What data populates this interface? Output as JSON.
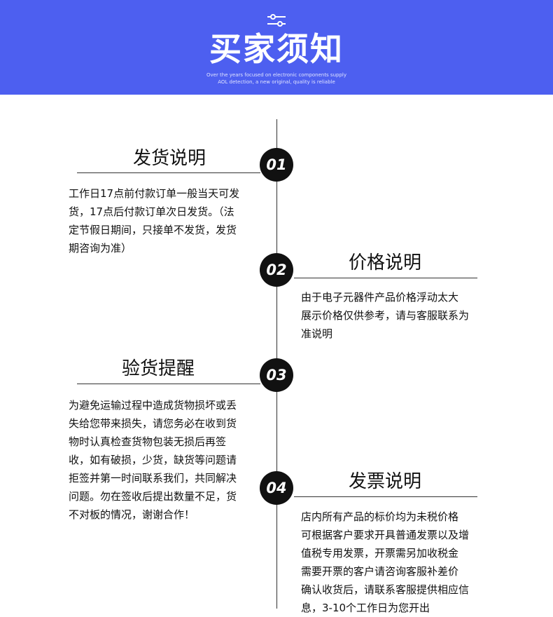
{
  "banner": {
    "title": "买家须知",
    "subtitle_line1": "Over the years focused on electronic components supply",
    "subtitle_line2": "AOL detection, a new original, quality is reliable"
  },
  "sections": [
    {
      "number": "01",
      "title": "发货说明",
      "lines": [
        "工作日17点前付款订单一般当天可发",
        "货，17点后付款订单次日发货。（法",
        "定节假日期间，只接单不发货，发货",
        "期咨询为准）"
      ]
    },
    {
      "number": "02",
      "title": "价格说明",
      "lines": [
        "由于电子元器件产品价格浮动太大",
        "展示价格仅供参考，请与客服联系为",
        "准说明"
      ]
    },
    {
      "number": "03",
      "title": "验货提醒",
      "lines": [
        "为避免运输过程中造成货物损坏或丢",
        "失给您带来损失，请您务必在收到货",
        "物时认真检查货物包装无损后再签",
        "收，如有破损，少货，缺货等问题请",
        "拒签并第一时间联系我们，共同解决",
        "问题。勿在签收后提出数量不足，货",
        "不对板的情况，谢谢合作！"
      ]
    },
    {
      "number": "04",
      "title": "发票说明",
      "lines": [
        "店内所有产品的标价均为未税价格",
        "可根据客户要求开具普通发票以及增",
        "值税专用发票，开票需另加收税金",
        "需要开票的客户请咨询客服补差价",
        "确认收货后，请联系客服提供相应信",
        "息，3-10个工作日为您开出"
      ]
    }
  ]
}
